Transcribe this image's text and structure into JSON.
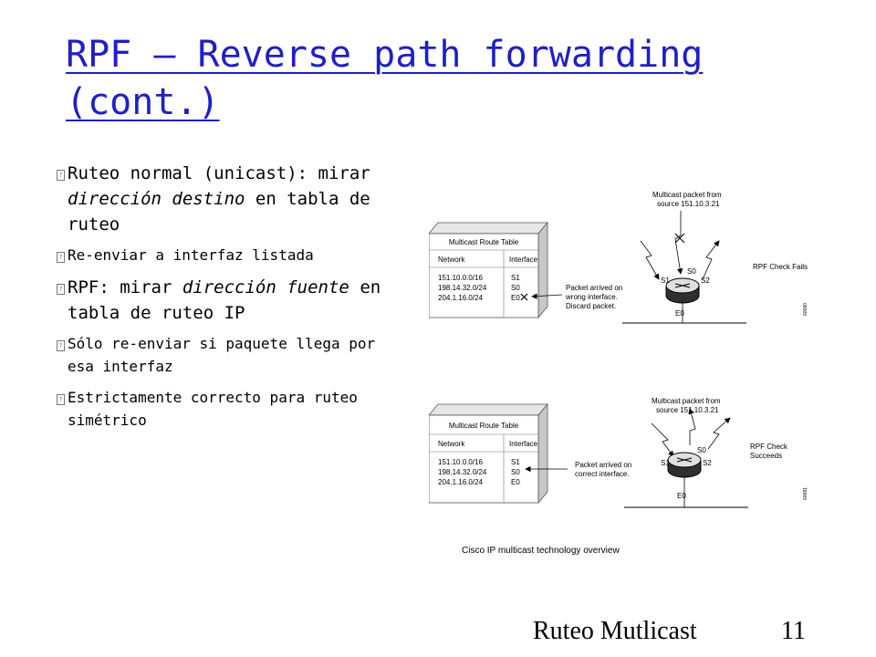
{
  "slide": {
    "title": "RPF – Reverse path forwarding (cont.)",
    "bullets": [
      {
        "pre": "Ruteo normal (unicast): mirar ",
        "em": "dirección destino",
        "post": " en tabla de ruteo"
      },
      {
        "text": "Re-enviar a interfaz listada"
      },
      {
        "pre": "RPF: mirar ",
        "em": "dirección fuente",
        "post": " en tabla de ruteo IP"
      },
      {
        "text": "Sólo re-enviar si paquete llega por esa interfaz"
      },
      {
        "text": "Estrictamente correcto para ruteo simétrico"
      }
    ],
    "footer": "Ruteo Mutlicast",
    "page_number": "11"
  },
  "figure": {
    "caption": "Cisco IP multicast technology overview",
    "diagrams": [
      {
        "table_title": "Multicast Route Table",
        "col_network": "Network",
        "col_interface": "Interface",
        "networks": [
          "151.10.0.0/16",
          "198.14.32.0/24",
          "204.1.16.0/24"
        ],
        "interfaces": [
          "S1",
          "S0",
          "E0"
        ],
        "packet_label": [
          "Multicast packet from",
          "source 151.10.3.21"
        ],
        "arrival_note": [
          "Packet arrived on",
          "wrong interface.",
          "Discard packet."
        ],
        "result": [
          "RPF Check Fails"
        ],
        "ports": [
          "S1",
          "S0",
          "S2",
          "E0"
        ],
        "fig_id": "60080"
      },
      {
        "table_title": "Multicast Route Table",
        "col_network": "Network",
        "col_interface": "Interface",
        "networks": [
          "151.10.0.0/16",
          "198.14.32.0/24",
          "204.1.16.0/24"
        ],
        "interfaces": [
          "S1",
          "S0",
          "E0"
        ],
        "packet_label": [
          "Multicast packet from",
          "source 151.10.3.21"
        ],
        "arrival_note": [
          "Packet arrived on",
          "correct interface."
        ],
        "result": [
          "RPF Check",
          "Succeeds"
        ],
        "ports": [
          "S0",
          "S1",
          "S2",
          "E0"
        ],
        "fig_id": "60081"
      }
    ]
  }
}
